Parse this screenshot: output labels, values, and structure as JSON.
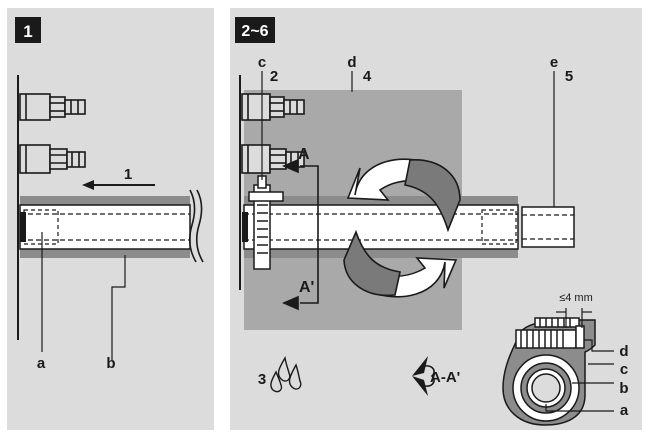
{
  "panel1": {
    "badge": "1",
    "labels": {
      "arrow": "1",
      "a": "a",
      "b": "b"
    }
  },
  "panel2": {
    "badge": "2~6",
    "labels": {
      "c": "c",
      "two": "2",
      "d": "d",
      "four": "4",
      "e": "e",
      "five": "5",
      "A": "A",
      "Aprime": "A'",
      "three": "3",
      "section": "A-A'",
      "clearance": "≤4 mm",
      "detail_d": "d",
      "detail_c": "c",
      "detail_b": "b",
      "detail_a": "a"
    }
  },
  "colors": {
    "panel_bg": "#dcdcdc",
    "insulation_zone": "#a9a9a9",
    "pipe_shade": "#8c8c8c",
    "badge_bg": "#1a1a1a",
    "line": "#1a1a1a"
  }
}
